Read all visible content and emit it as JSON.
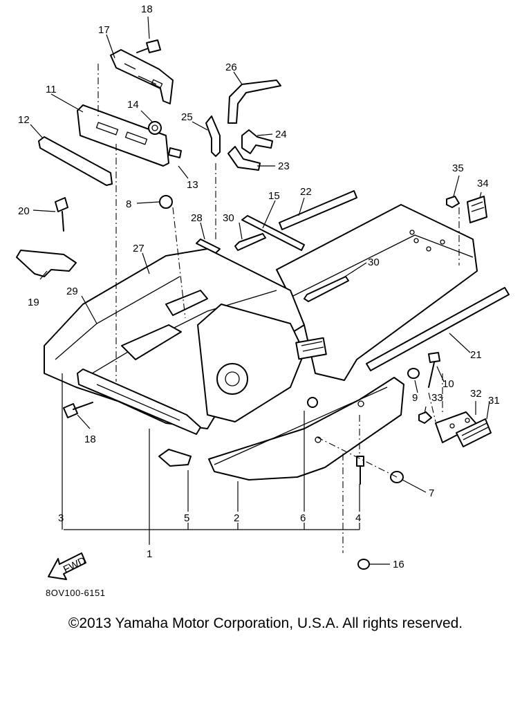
{
  "diagram": {
    "callouts": [
      "18",
      "17",
      "11",
      "14",
      "12",
      "26",
      "25",
      "24",
      "23",
      "13",
      "35",
      "34",
      "20",
      "8",
      "28",
      "30",
      "15",
      "22",
      "19",
      "27",
      "29",
      "30",
      "21",
      "10",
      "9",
      "33",
      "32",
      "31",
      "18",
      "7",
      "3",
      "5",
      "2",
      "6",
      "4",
      "1",
      "16"
    ],
    "fwd_label": "FWD",
    "figure_code": "8OV100-6151"
  },
  "footer": {
    "copyright": "©2013 Yamaha Motor Corporation, U.S.A. All rights reserved."
  }
}
